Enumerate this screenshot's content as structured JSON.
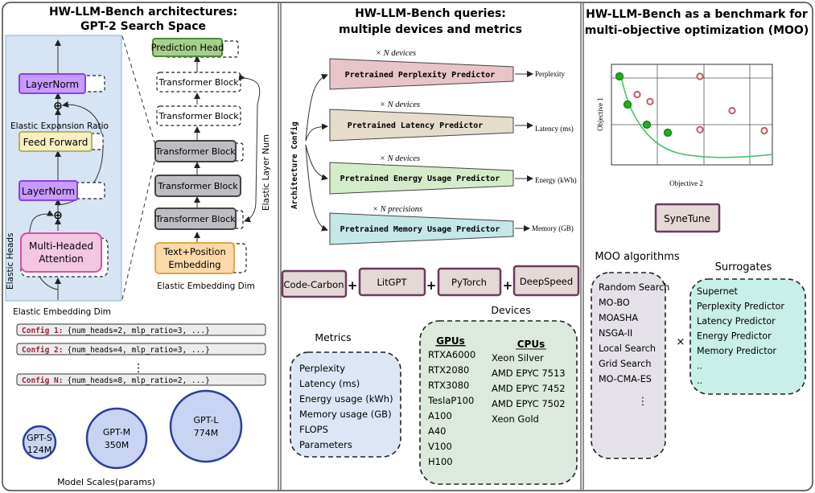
{
  "panel1": {
    "title_line1": "HW-LLM-Bench architectures:",
    "title_line2": "GPT-2 Search Space",
    "block": {
      "layernorm_top": "LayerNorm",
      "feed_forward": "Feed Forward",
      "layernorm_bottom": "LayerNorm",
      "mha_line1": "Multi-Headed",
      "mha_line2": "Attention",
      "plus": "⊕"
    },
    "labels": {
      "elastic_expansion_ratio": "Elastic Expansion Ratio",
      "elastic_heads": "Elastic Heads",
      "elastic_embedding_dim_left": "Elastic Embedding Dim",
      "elastic_layer_num": "Elastic Layer Num",
      "elastic_embedding_dim_right": "Elastic Embedding Dim"
    },
    "stack": {
      "prediction_head": "Prediction Head",
      "transformer_block": "Transformer Block",
      "embed_line1": "Text+Position",
      "embed_line2": "Embedding"
    },
    "configs": [
      {
        "name": "Config 1:",
        "value": "{num_heads=2, mlp_ratio=3, ...}"
      },
      {
        "name": "Config 2:",
        "value": "{num_heads=4, mlp_ratio=3, ...}"
      },
      {
        "name": "Config N:",
        "value": "{num_heads=8, mlp_ratio=2, ...}"
      }
    ],
    "vdots": "⋮",
    "models": [
      {
        "name": "GPT-S",
        "params": "124M"
      },
      {
        "name": "GPT-M",
        "params": "350M"
      },
      {
        "name": "GPT-L",
        "params": "774M"
      }
    ],
    "model_scales": "Model Scales(params)"
  },
  "panel2": {
    "title_line1": "HW-LLM-Bench queries:",
    "title_line2": "multiple devices and metrics",
    "arch_config": "Architecture Config",
    "predictors": [
      {
        "mult": "× N devices",
        "name": "Pretrained Perplexity Predictor",
        "output": "Perplexity",
        "color": "#e8c4c8"
      },
      {
        "mult": "× N devices",
        "name": "Pretrained Latency Predictor",
        "output": "Latency (ms)",
        "color": "#e6dccb"
      },
      {
        "mult": "× N devices",
        "name": "Pretrained Energy Usage Predictor",
        "output": "Energy (kWh)",
        "color": "#d4ecc9"
      },
      {
        "mult": "× N precisions",
        "name": "Pretrained Memory Usage Predictor",
        "output": "Memory (GB)",
        "color": "#c4e7e8"
      }
    ],
    "tools": [
      "Code-Carbon",
      "LitGPT",
      "PyTorch",
      "DeepSpeed"
    ],
    "plus": "+",
    "metrics_title": "Metrics",
    "metrics": [
      "Perplexity",
      "Latency (ms)",
      "Energy usage (kWh)",
      "Memory usage (GB)",
      "FLOPS",
      "Parameters"
    ],
    "devices_title": "Devices",
    "gpus_title": "GPUs",
    "gpus": [
      "RTXA6000",
      "RTX2080",
      "RTX3080",
      "TeslaP100",
      "A100",
      "A40",
      "V100",
      "H100"
    ],
    "cpus_title": "CPUs",
    "cpus": [
      "Xeon Silver",
      "AMD EPYC 7513",
      "AMD EPYC 7452",
      "AMD EPYC 7502",
      "Xeon Gold"
    ]
  },
  "panel3": {
    "title_line1": "HW-LLM-Bench as a benchmark for",
    "title_line2": "multi-objective optimization (MOO)",
    "xlabel": "Objective 2",
    "ylabel": "Objective 1",
    "synetune": "SyneTune",
    "moo_title": "MOO algorithms",
    "algorithms": [
      "Random Search",
      "MO-BO",
      "MOASHA",
      "NSGA-II",
      "Local Search",
      "Grid Search",
      "MO-CMA-ES"
    ],
    "alg_vdots": "⋮",
    "times": "×",
    "surrogates_title": "Surrogates",
    "surrogates": [
      "Supernet",
      "Perplexity Predictor",
      "Latency Predictor",
      "Energy Predictor",
      "Memory Predictor",
      "..",
      ".."
    ]
  },
  "colors": {
    "purple": "#8a3ef0",
    "purple_fill": "#c79bff",
    "yellow_fill": "#f6f0c2",
    "pink_fill": "#f3c6e2",
    "pink_stroke": "#d74fa8",
    "green_head": "#a6cf8e",
    "grey_block": "#bdbdc3",
    "orange_fill": "#fbd9a8",
    "orange_stroke": "#e0a64e",
    "model_fill": "#c8d4f2",
    "model_stroke": "#2c3e99",
    "tool_fill": "#e4d9d6",
    "tool_stroke": "#6b3a60",
    "metrics_fill": "#dde6f5",
    "devices_fill": "#dde9dd",
    "alg_fill": "#e4e1e8",
    "sur_fill": "#c8f0e8",
    "pareto": "#20b020",
    "dominated": "#c05a6a"
  },
  "chart_data": {
    "type": "scatter",
    "xlabel": "Objective 2",
    "ylabel": "Objective 1",
    "series": [
      {
        "points": [
          [
            0.05,
            0.88
          ],
          [
            0.1,
            0.6
          ],
          [
            0.22,
            0.4
          ],
          [
            0.35,
            0.32
          ]
        ]
      },
      {
        "points": [
          [
            0.16,
            0.7
          ],
          [
            0.24,
            0.63
          ],
          [
            0.55,
            0.88
          ],
          [
            0.55,
            0.35
          ],
          [
            0.75,
            0.54
          ],
          [
            0.95,
            0.34
          ]
        ]
      }
    ]
  }
}
